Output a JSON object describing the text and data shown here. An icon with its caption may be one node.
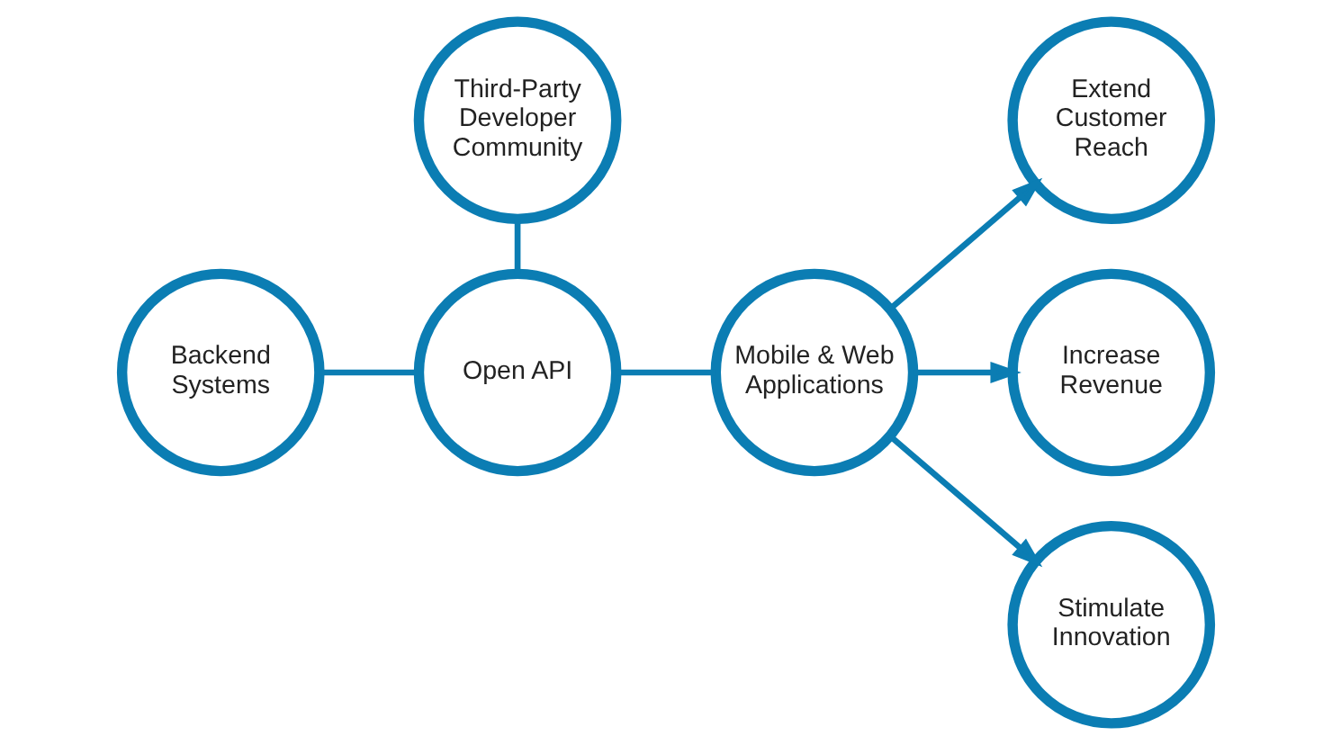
{
  "diagram": {
    "nodes": [
      {
        "text": [
          "Third-Party Developer Community"
        ]
      },
      {
        "text": [
          "Backend Systems"
        ]
      },
      {
        "text": [
          "Open API"
        ]
      },
      {
        "text": [
          "Mobile & Web Applications"
        ]
      },
      {
        "text": [
          "Extend Customer Reach"
        ]
      },
      {
        "text": [
          "Increase Revenue"
        ]
      },
      {
        "text": [
          "Stimulate Innovation"
        ]
      }
    ],
    "edges": [
      {
        "from": 1,
        "to": 2,
        "arrow": "none"
      },
      {
        "from": 2,
        "to": 0,
        "arrow": "none"
      },
      {
        "from": 2,
        "to": 3,
        "arrow": "none"
      },
      {
        "from": 3,
        "to": 4,
        "arrow": "to"
      },
      {
        "from": 3,
        "to": 5,
        "arrow": "to"
      },
      {
        "from": 3,
        "to": 6,
        "arrow": "to"
      }
    ]
  }
}
